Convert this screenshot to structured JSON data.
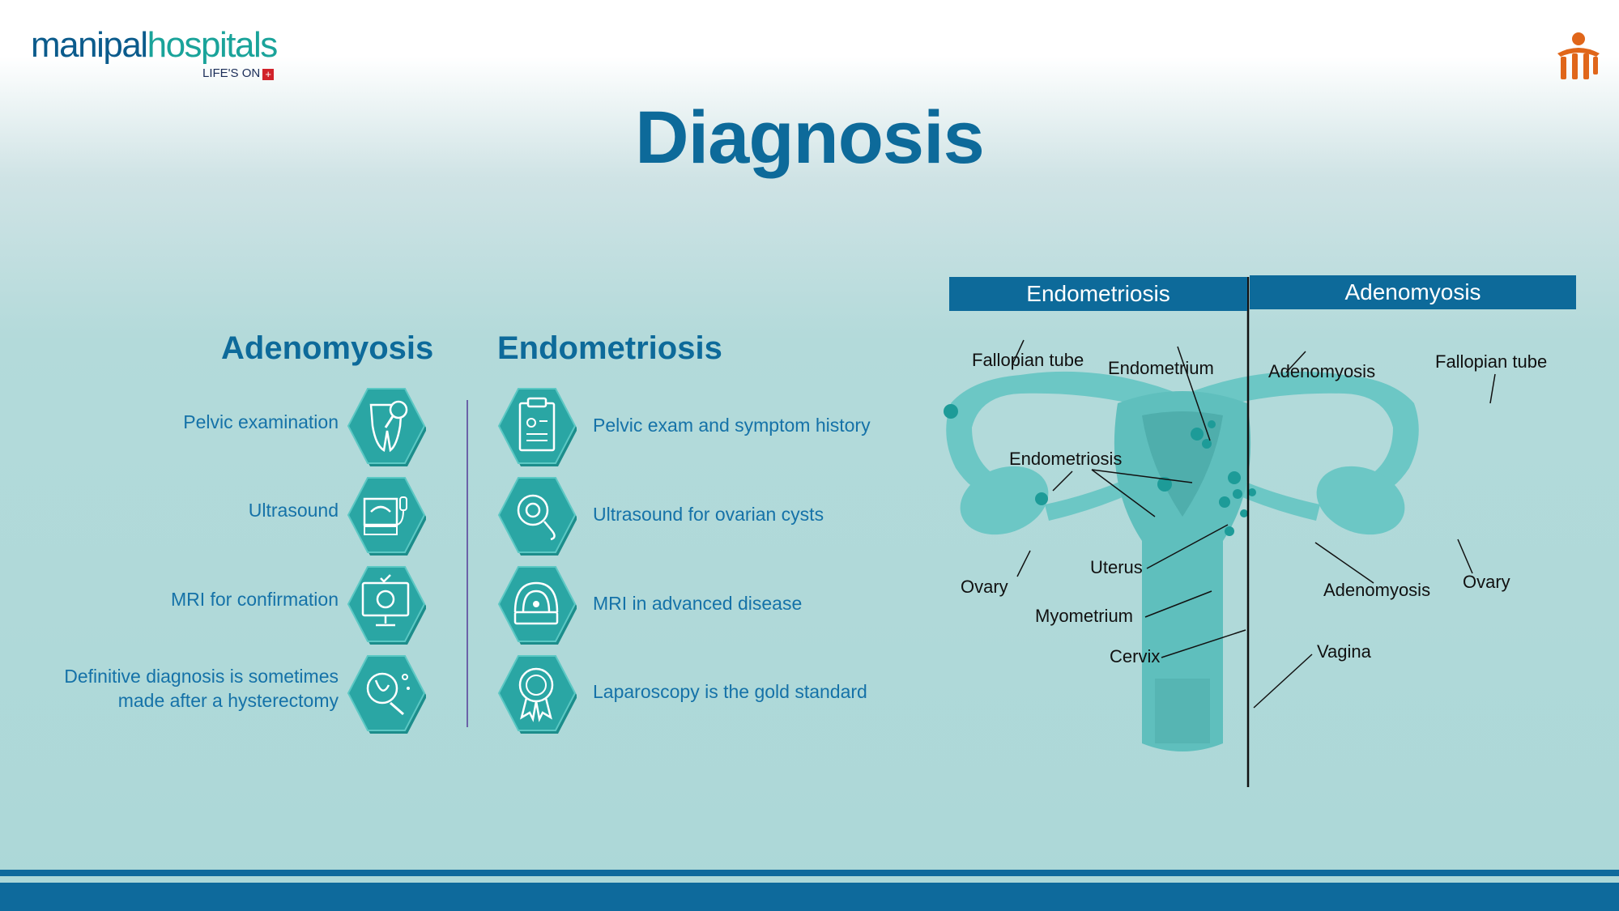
{
  "logo": {
    "part1": "manipal",
    "part2": "hospitals",
    "tagline": "LIFE'S ON",
    "tagline_mark": "+"
  },
  "title": "Diagnosis",
  "left_column": {
    "heading": "Adenomyosis",
    "items": [
      {
        "icon": "pelvis-magnifier-icon",
        "line1": "Pelvic examination",
        "line2": ""
      },
      {
        "icon": "ultrasound-machine-icon",
        "line1": "Ultrasound",
        "line2": ""
      },
      {
        "icon": "mri-monitor-icon",
        "line1": "MRI for confirmation",
        "line2": ""
      },
      {
        "icon": "hysterectomy-icon",
        "line1": "Definitive diagnosis is sometimes",
        "line2": "made after a hysterectomy"
      }
    ]
  },
  "right_column": {
    "heading": "Endometriosis",
    "items": [
      {
        "icon": "clipboard-icon",
        "label": "Pelvic exam and symptom history"
      },
      {
        "icon": "ultrasound-probe-icon",
        "label": "Ultrasound for ovarian cysts"
      },
      {
        "icon": "mri-scanner-icon",
        "label": "MRI in advanced disease"
      },
      {
        "icon": "award-badge-icon",
        "label": "Laparoscopy is the gold standard"
      }
    ]
  },
  "diagram": {
    "header_left": "Endometriosis",
    "header_right": "Adenomyosis",
    "labels": {
      "fallopian_left": "Fallopian tube",
      "endometrium": "Endometrium",
      "adenomyosis_top": "Adenomyosis",
      "fallopian_right": "Fallopian tube",
      "endometriosis": "Endometriosis",
      "uterus": "Uterus",
      "ovary_left": "Ovary",
      "adenomyosis_mid": "Adenomyosis",
      "ovary_right": "Ovary",
      "myometrium": "Myometrium",
      "cervix": "Cervix",
      "vagina": "Vagina"
    }
  },
  "colors": {
    "brand_blue": "#0d6a9a",
    "teal": "#1aa39a",
    "hex_fill": "#2aa6a4",
    "uterus_fill": "#6cc7c5",
    "logo_orange": "#e0661a"
  }
}
